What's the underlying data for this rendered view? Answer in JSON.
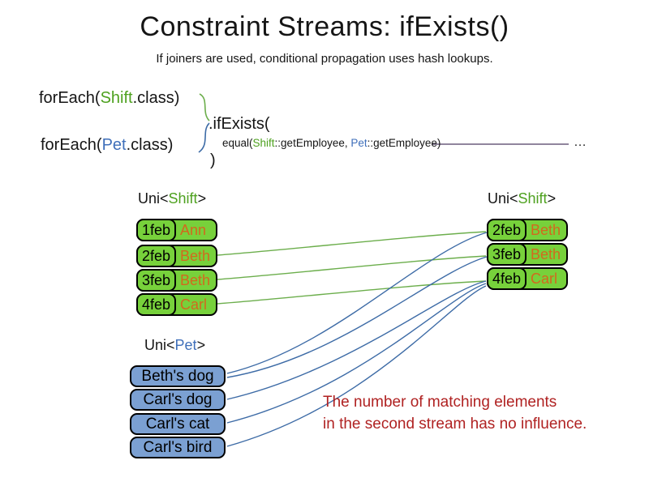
{
  "title": "Constraint Streams: ifExists()",
  "subtitle": "If joiners are used, conditional propagation uses hash lookups.",
  "code": {
    "foreach_shift": {
      "prefix": "forEach(",
      "class_name": "Shift",
      "suffix": ".class)"
    },
    "foreach_pet": {
      "prefix": "forEach(",
      "class_name": "Pet",
      "suffix": ".class)"
    },
    "if_exists": ".ifExists(",
    "equal": {
      "prefix": "equal(",
      "shift": "Shift",
      "mid": "::getEmployee, ",
      "pet": "Pet",
      "suffix": "::getEmployee)"
    },
    "close_paren": ")",
    "ellipsis": "…"
  },
  "tables": {
    "left_shift": {
      "label": {
        "prefix": "Uni<",
        "class_name": "Shift",
        "suffix": ">"
      },
      "rows": [
        {
          "date": "1feb",
          "name": "Ann"
        },
        {
          "date": "2feb",
          "name": "Beth"
        },
        {
          "date": "3feb",
          "name": "Beth"
        },
        {
          "date": "4feb",
          "name": "Carl"
        }
      ]
    },
    "right_shift": {
      "label": {
        "prefix": "Uni<",
        "class_name": "Shift",
        "suffix": ">"
      },
      "rows": [
        {
          "date": "2feb",
          "name": "Beth"
        },
        {
          "date": "3feb",
          "name": "Beth"
        },
        {
          "date": "4feb",
          "name": "Carl"
        }
      ]
    },
    "pet": {
      "label": {
        "prefix": "Uni<",
        "class_name": "Pet",
        "suffix": ">"
      },
      "rows": [
        "Beth's dog",
        "Carl's dog",
        "Carl's cat",
        "Carl's bird"
      ]
    }
  },
  "note": {
    "line1": "The number of matching elements",
    "line2": "in the second stream has no influence."
  },
  "connections": {
    "shift_to_shift": [
      {
        "from": "left-2feb-Beth",
        "to": "right-2feb-Beth"
      },
      {
        "from": "left-3feb-Beth",
        "to": "right-3feb-Beth"
      },
      {
        "from": "left-4feb-Carl",
        "to": "right-4feb-Carl"
      }
    ],
    "pet_to_shift": [
      {
        "from": "Beth's dog",
        "to": "right-2feb-Beth"
      },
      {
        "from": "Beth's dog",
        "to": "right-3feb-Beth"
      },
      {
        "from": "Carl's dog",
        "to": "right-4feb-Carl"
      },
      {
        "from": "Carl's cat",
        "to": "right-4feb-Carl"
      },
      {
        "from": "Carl's bird",
        "to": "right-4feb-Carl"
      }
    ]
  },
  "colors": {
    "shift_green_text": "#4ea11f",
    "pet_blue_text": "#3f6fba",
    "employee_orange_text": "#d2691e",
    "shift_box_fill": "#77d13b",
    "pet_box_fill": "#7ba0d2",
    "green_connector": "#6cae4c",
    "blue_connector": "#3d6ba6",
    "equal_connector_line": "#6b5d7d",
    "note_red": "#b02222"
  }
}
